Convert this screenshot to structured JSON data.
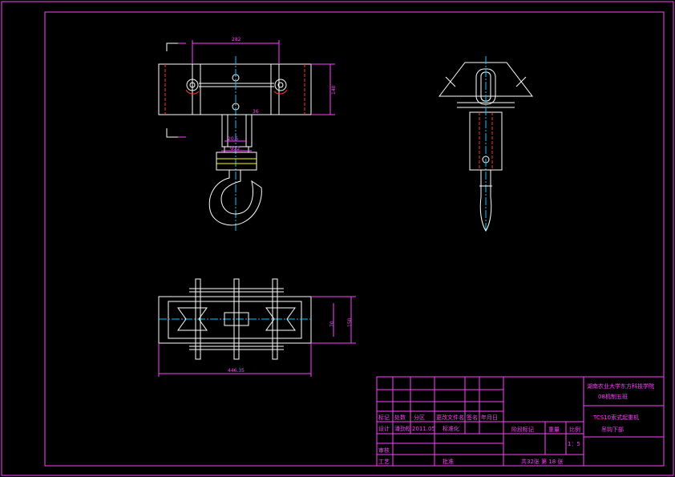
{
  "colors": {
    "background": "#000000",
    "outline": "#ffffff",
    "dimension": "#ff40ff",
    "centerline": "#00c8ff",
    "hidden": "#ff3030",
    "title_block": "#ff40ff",
    "hatch": "#ffff00"
  },
  "title_block": {
    "school_line1": "湖南农业大学东方科技学院",
    "school_line2": "08机制五班",
    "part_line1": "TCS10索式起重机",
    "part_line2": "吊钩下部",
    "scale": "1：5",
    "sheet_info": "共32张     第 18 张",
    "hdr_mark": "标记",
    "hdr_count": "处数",
    "hdr_zone": "分区",
    "hdr_docno": "更改文件名",
    "hdr_sign": "签名",
    "hdr_date": "年月日",
    "row_design": "设计",
    "designer": "潘劲松",
    "design_date": "2011.05",
    "standardization": "标准化",
    "row_review": "审核",
    "row_process": "工艺",
    "approve": "批准",
    "stage_mark": "阶段标记",
    "weight": "重量",
    "scale_hdr": "比例"
  },
  "dimensions": {
    "front_top": "282",
    "front_right": "140",
    "front_small": "36",
    "front_shaft1": "20.5",
    "front_shaft2": "Φ32",
    "plan_bottom": "446.35",
    "plan_inner": "70",
    "plan_outer": "150"
  }
}
